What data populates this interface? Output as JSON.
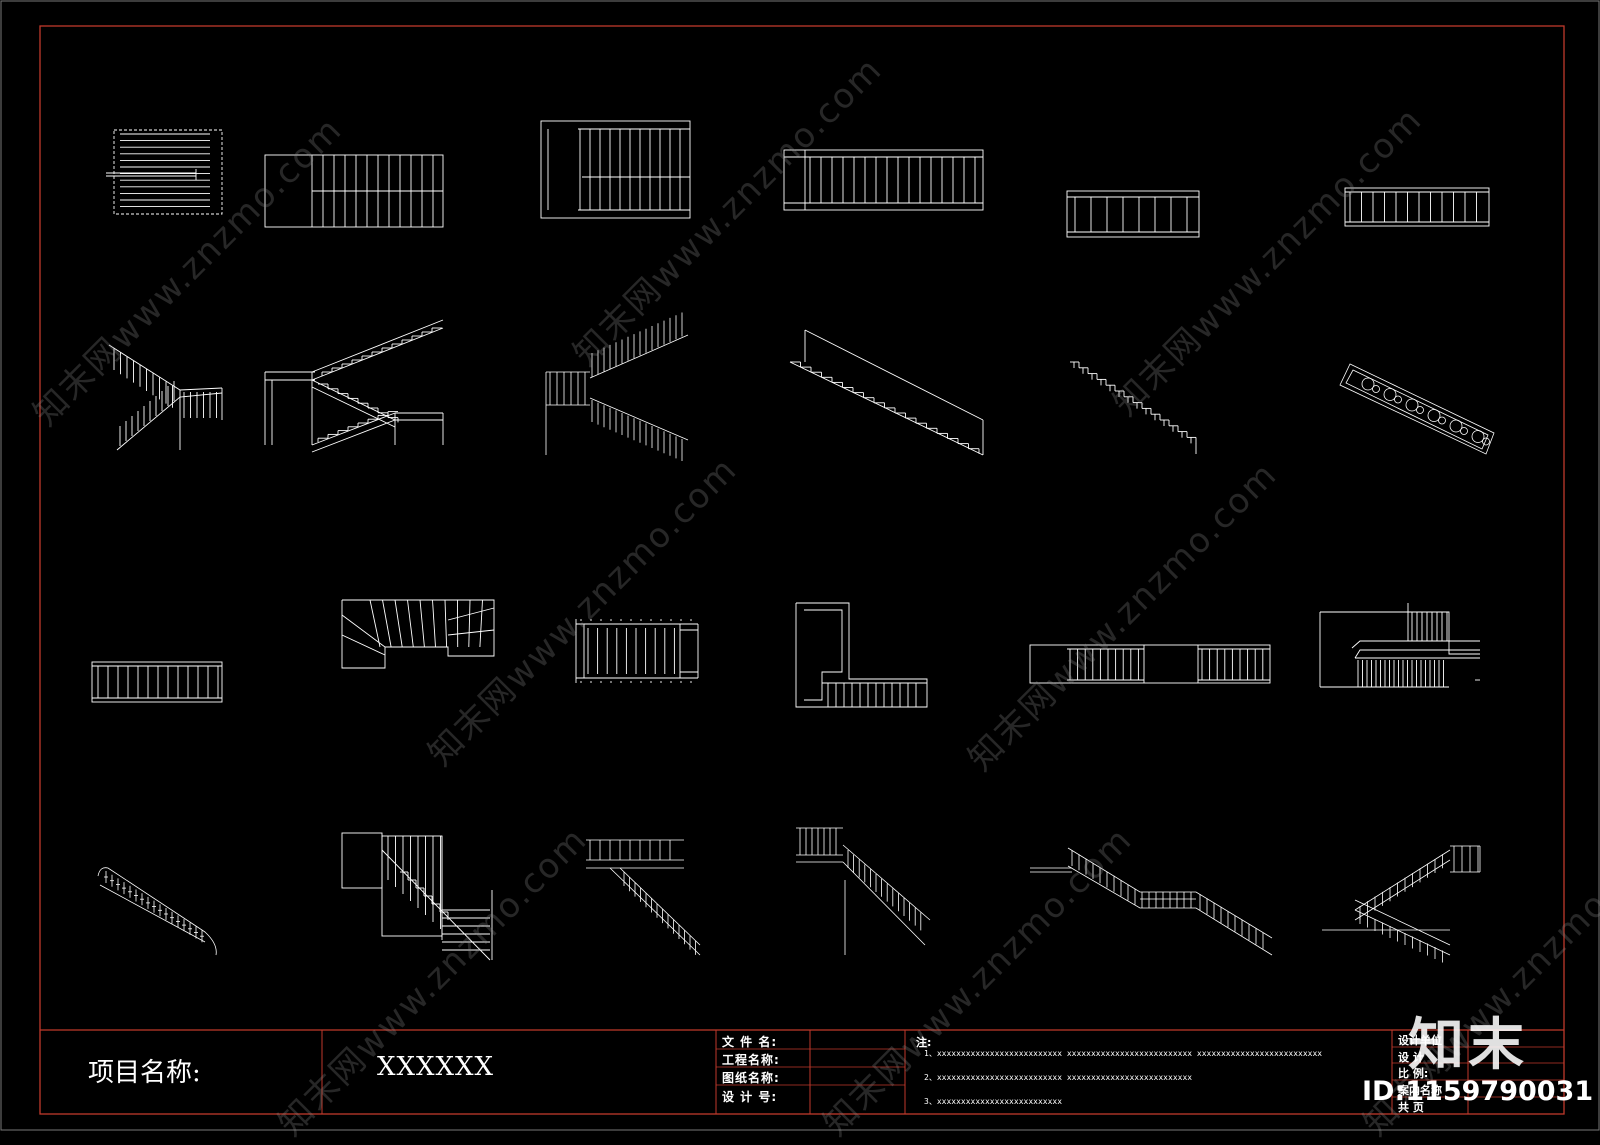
{
  "title_block": {
    "project_name_label": "项目名称:",
    "project_name_value": "XXXXXX",
    "fields": [
      "文 件 名:",
      "工程名称:",
      "图纸名称:",
      "设 计 号:"
    ],
    "notes_title": "注:",
    "notes": [
      "1、xxxxxxxxxxxxxxxxxxxxxxxxxx   xxxxxxxxxxxxxxxxxxxxxxxxxx   xxxxxxxxxxxxxxxxxxxxxxxxxx",
      "2、xxxxxxxxxxxxxxxxxxxxxxxxxx   xxxxxxxxxxxxxxxxxxxxxxxxxx",
      "3、xxxxxxxxxxxxxxxxxxxxxxxxxx"
    ],
    "right_fields": [
      "设计单位",
      "设    计",
      "比    例:",
      "案内名称",
      "共    页"
    ]
  },
  "watermark": {
    "text": "知末网www.znzmo.com",
    "brand": "知末",
    "id": "ID:1159790031"
  },
  "colors": {
    "background": "#000000",
    "frame": "#c0392b",
    "lines": "#ffffff"
  }
}
